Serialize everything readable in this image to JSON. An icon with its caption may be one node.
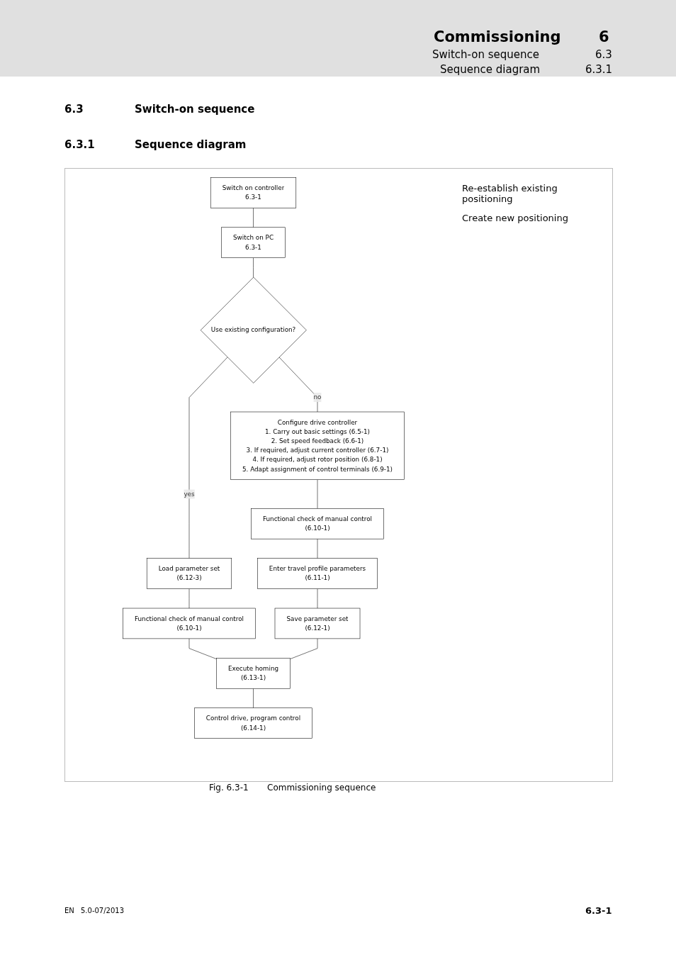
{
  "diagram": {
    "title": "Commissioning",
    "caption": "Commissioning sequence",
    "nodes": [
      {
        "text": [
          "Switch on controller",
          "6.3-1"
        ]
      },
      {
        "text": [
          "Switch on PC",
          "6.3-1"
        ]
      },
      {
        "text": [
          "Use existing configuration?"
        ]
      },
      {
        "text": [
          "Load parameter set",
          "(6.12-3)"
        ]
      },
      {
        "text": [
          "Configure drive controller",
          "1. Carry out basic settings (6.5-1)",
          "2. Set speed feedback (6.6-1)",
          "3. If required, adjust current controller (6.7-1)",
          "4. If required, adjust rotor position (6.8-1)",
          "5. Adapt assignment of control terminals (6.9-1)"
        ]
      },
      {
        "text": [
          "Functional check of manual control",
          "(6.10-1)"
        ]
      },
      {
        "text": [
          "Functional check of manual control",
          "(6.10-1)"
        ]
      },
      {
        "text": [
          "Enter travel profile parameters",
          "(6.11-1)"
        ]
      },
      {
        "text": [
          "Save parameter set",
          "(6.12-1)"
        ]
      },
      {
        "text": [
          "Execute homing",
          "(6.13-1)"
        ]
      },
      {
        "text": [
          "Control drive, program control",
          "(6.14-1)"
        ]
      }
    ],
    "edges": [
      {
        "from": 0,
        "to": 1,
        "arrow": "none"
      },
      {
        "from": 1,
        "to": 2,
        "arrow": "none"
      },
      {
        "from": 2,
        "to": 3,
        "arrow": "none",
        "label": "yes"
      },
      {
        "from": 2,
        "to": 4,
        "arrow": "none",
        "label": "no"
      },
      {
        "from": 3,
        "to": 5,
        "arrow": "none"
      },
      {
        "from": 4,
        "to": 6,
        "arrow": "none"
      },
      {
        "from": 6,
        "to": 7,
        "arrow": "none"
      },
      {
        "from": 7,
        "to": 8,
        "arrow": "none"
      },
      {
        "from": 5,
        "to": 9,
        "arrow": "none"
      },
      {
        "from": 8,
        "to": 9,
        "arrow": "none"
      },
      {
        "from": 9,
        "to": 10,
        "arrow": "none"
      }
    ],
    "labels": [
      "6",
      "Switch-on sequence",
      "6.3",
      "Sequence diagram",
      "6.3.1",
      "6.3",
      "Switch-on sequence",
      "6.3.1",
      "Sequence diagram",
      "Re-establish existing positioning",
      "Create new positioning",
      "Fig. 6.3-1",
      "EN",
      "5.0-07/2013",
      "6.3-1"
    ]
  }
}
